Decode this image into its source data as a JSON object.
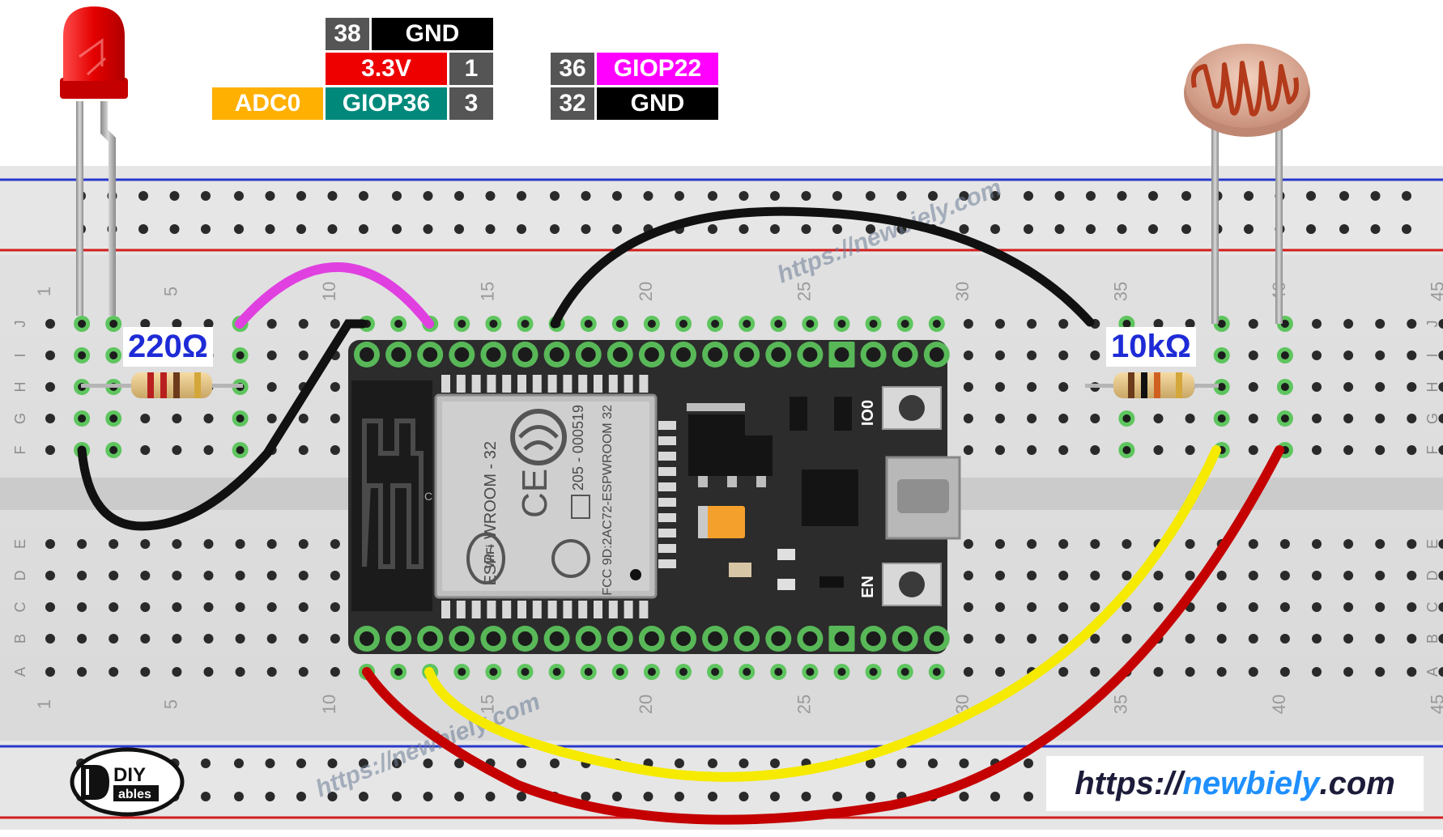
{
  "pin_table": {
    "left": [
      {
        "pin": "38",
        "label": "GND",
        "label_color": "#000000"
      },
      {
        "label": "3.3V",
        "pin": "1",
        "label_color": "#ee0000"
      },
      {
        "func": "ADC0",
        "func_color": "#ffb000",
        "label": "GIOP36",
        "pin": "3",
        "label_color": "#00897b"
      }
    ],
    "right": [
      {
        "pin": "36",
        "label": "GIOP22",
        "label_color": "#ff00ff"
      },
      {
        "pin": "32",
        "label": "GND",
        "label_color": "#000000"
      }
    ],
    "pin_color": "#555555"
  },
  "components": {
    "resistor_led": "220Ω",
    "resistor_ldr": "10kΩ"
  },
  "breadboard": {
    "row_letters_top": [
      "J",
      "I",
      "H",
      "G",
      "F"
    ],
    "row_letters_bottom": [
      "E",
      "D",
      "C",
      "B",
      "A"
    ],
    "column_numbers": [
      "1",
      "5",
      "10",
      "15",
      "20",
      "25",
      "30",
      "35",
      "40",
      "45"
    ]
  },
  "module": {
    "model": "ESP - WROOM - 32",
    "cert": "205 - 000519",
    "fcc": "FCC  9D:2AC72-ESPWROOM 32",
    "btn_io0": "IO0",
    "btn_en": "EN",
    "ce_mark": "CE",
    "wifi_mark": "WiFi",
    "c_mark": "C"
  },
  "watermark": {
    "url": "https://newbiely.com",
    "url_part1": "https://",
    "url_part2": "newbiely",
    "url_part3": ".com"
  },
  "logo": {
    "line1": "DIY",
    "line2": "ables"
  },
  "wire_colors": {
    "black": "#111111",
    "magenta": "#e040e0",
    "yellow": "#f5ea00",
    "red": "#c40000"
  }
}
